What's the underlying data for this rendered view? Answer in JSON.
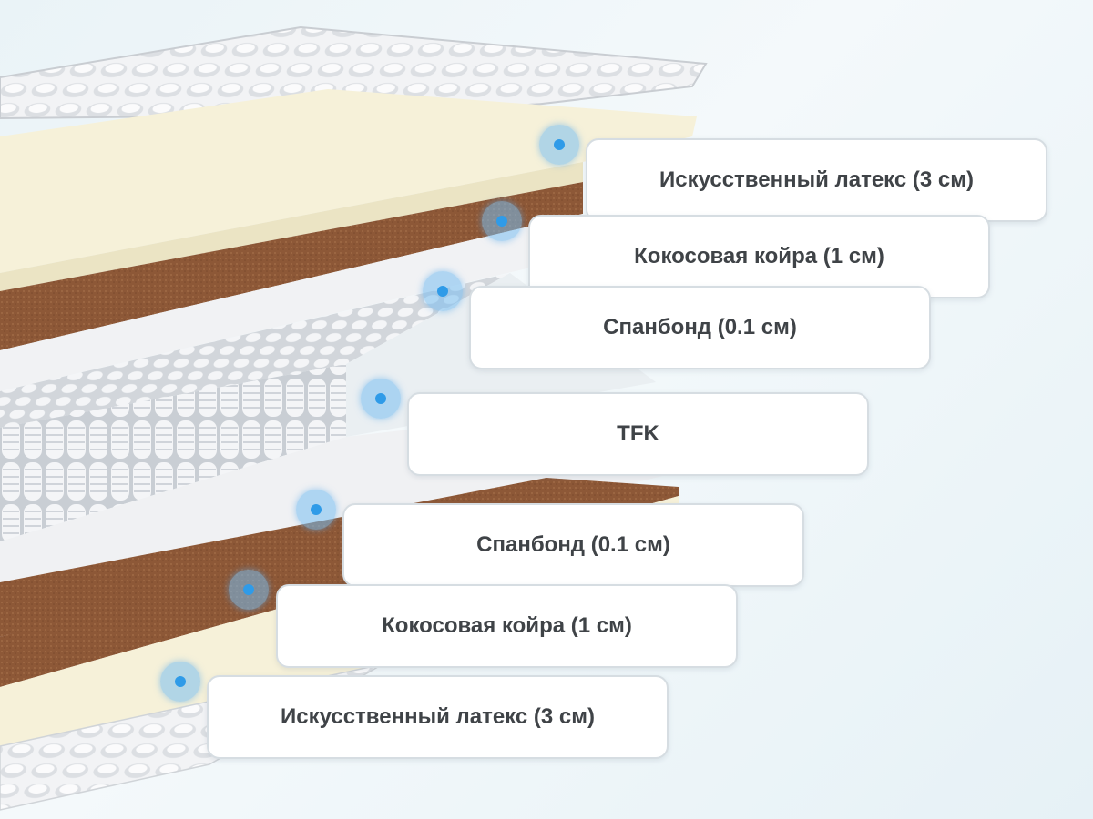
{
  "colors": {
    "background": "#eaf3f7",
    "latex": "#f6f1d9",
    "coir": "#8f5a3a",
    "spunbond": "#f1f2f4",
    "springs": "#e4e7ea",
    "marker": "#2f9be8",
    "label_text": "#3f4347"
  },
  "layers": [
    {
      "id": "latex-top",
      "label": "Искусственный латекс (3 см)",
      "icon": "dot-marker"
    },
    {
      "id": "coir-top",
      "label": "Кокосовая койра (1 см)",
      "icon": "dot-marker"
    },
    {
      "id": "spunbond-top",
      "label": "Спанбонд (0.1 см)",
      "icon": "dot-marker"
    },
    {
      "id": "springs",
      "label": "TFK",
      "icon": "dot-marker"
    },
    {
      "id": "spunbond-bottom",
      "label": "Спанбонд (0.1 см)",
      "icon": "dot-marker"
    },
    {
      "id": "coir-bottom",
      "label": "Кокосовая койра (1 см)",
      "icon": "dot-marker"
    },
    {
      "id": "latex-bottom",
      "label": "Искусственный латекс (3 см)",
      "icon": "dot-marker"
    }
  ]
}
